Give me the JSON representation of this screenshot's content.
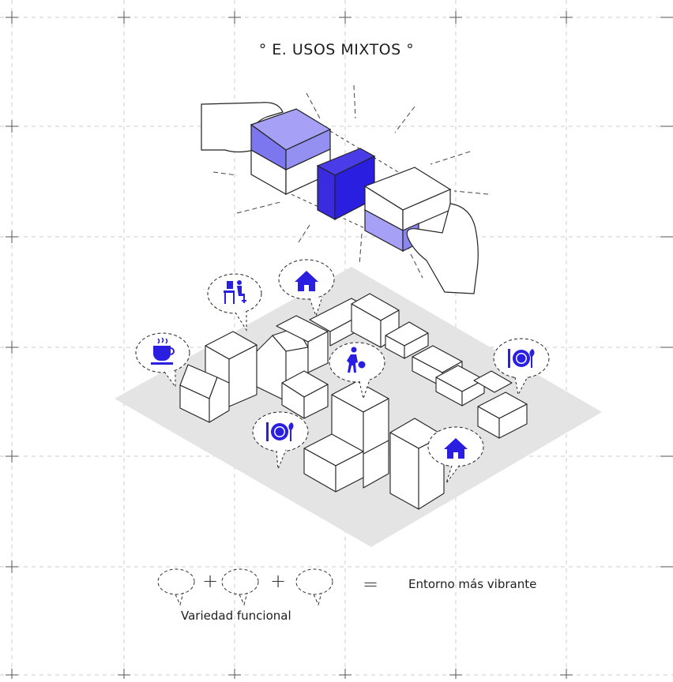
{
  "title": "° E. USOS MIXTOS °",
  "legend": {
    "plus_1": "+",
    "plus_2": "+",
    "equals": "=",
    "result": "Entorno más vibrante",
    "caption": "Variedad funcional"
  },
  "icons": [
    "coffee-cup-icon",
    "office-worker-icon",
    "home-icon",
    "sports-icon",
    "dining-icon",
    "dining-icon",
    "home-icon"
  ],
  "colors": {
    "accent": "#2a1fe0",
    "accent_light": "#9a95f5",
    "accent_mid": "#5a4fe6",
    "ground": "#e3e3e3",
    "grid": "#c8c8c8"
  }
}
